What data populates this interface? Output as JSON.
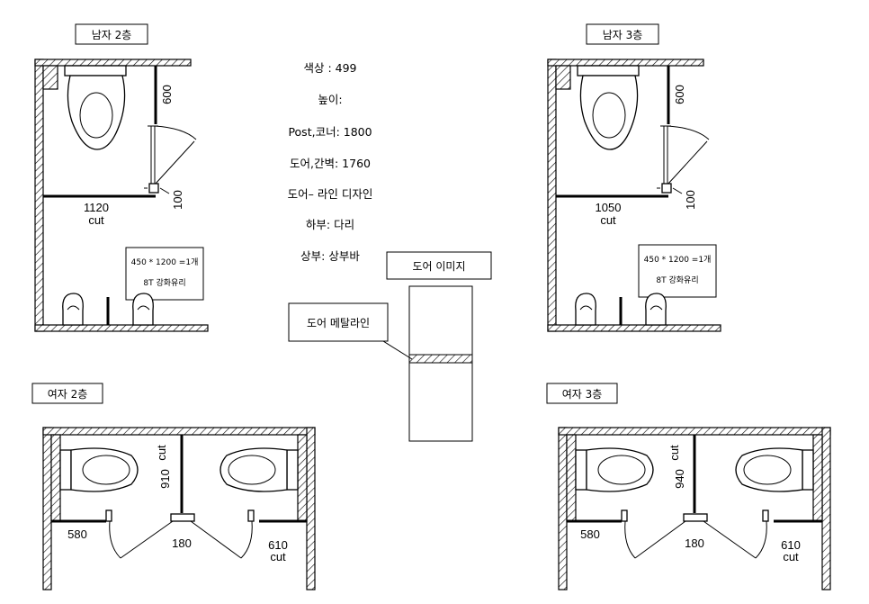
{
  "labels": {
    "men_2f": "남자 2층",
    "men_3f": "남자 3층",
    "women_2f": "여자 2층",
    "women_3f": "여자 3층",
    "door_image": "도어 이미지",
    "door_metal_line": "도어 메탈라인"
  },
  "specs": {
    "color": "색상 : 499",
    "height": "높이:",
    "post_corner": "Post,코너: 1800",
    "door_partition": "도어,간벽: 1760",
    "door_design": "도어– 라인 디자인",
    "bottom": "하부: 다리",
    "top": "상부: 상부바"
  },
  "men_2f": {
    "dim_depth": "600",
    "dim_post": "100",
    "dim_width": "1120",
    "dim_width_note": "cut",
    "glass_size": "450 * 1200 =1개",
    "glass_type": "8T 강화유리"
  },
  "men_3f": {
    "dim_depth": "600",
    "dim_post": "100",
    "dim_width": "1050",
    "dim_width_note": "cut",
    "glass_size": "450 * 1200 =1개",
    "glass_type": "8T 강화유리"
  },
  "women_2f": {
    "dim_depth": "910",
    "dim_depth_note": "cut",
    "dim_left": "580",
    "dim_center": "180",
    "dim_right": "610",
    "dim_right_note": "cut"
  },
  "women_3f": {
    "dim_depth": "940",
    "dim_depth_note": "cut",
    "dim_left": "580",
    "dim_center": "180",
    "dim_right": "610",
    "dim_right_note": "cut"
  }
}
